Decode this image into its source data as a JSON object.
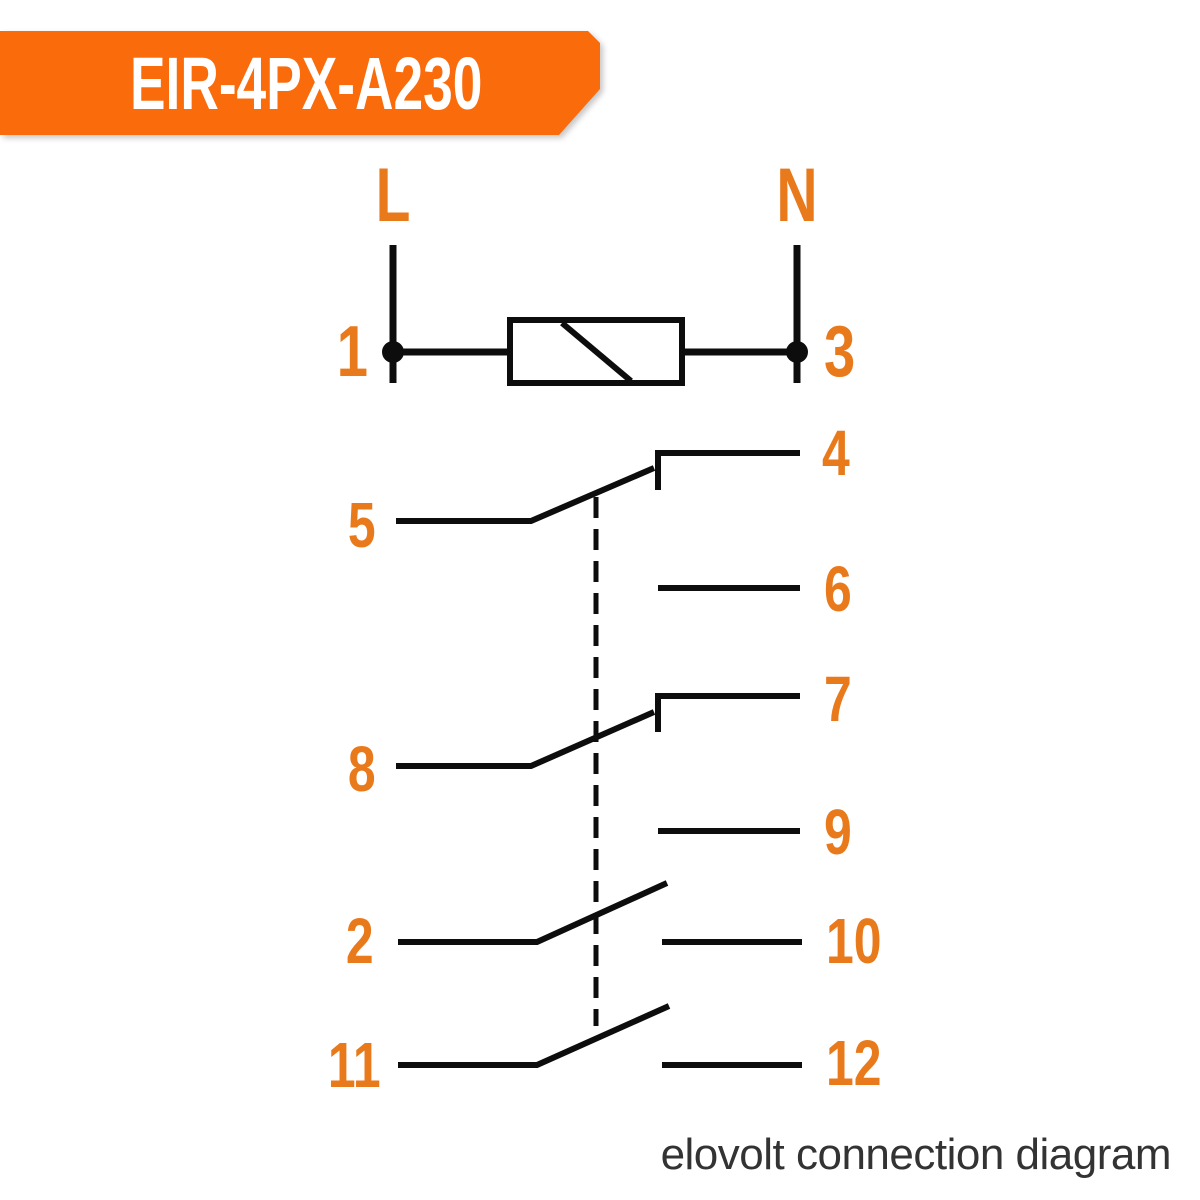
{
  "banner": {
    "model": "EIR-4PX-A230"
  },
  "power": {
    "line_label": "L",
    "neutral_label": "N",
    "terminal_left": "1",
    "terminal_right": "3"
  },
  "switches": [
    {
      "common": "5",
      "no_contact": "4",
      "nc_contact": "6"
    },
    {
      "common": "8",
      "no_contact": "7",
      "nc_contact": "9"
    },
    {
      "common": "2",
      "no_contact": "10"
    },
    {
      "common": "11",
      "no_contact": "12"
    }
  ],
  "footer": {
    "caption": "elovolt connection diagram"
  },
  "colors": {
    "banner_orange": "#FA6B0B",
    "label_orange": "#E97A1C",
    "line_black": "#0D0D0D",
    "footer_text": "#333333",
    "background": "#FFFFFF",
    "banner_text": "#FFFFFF"
  }
}
